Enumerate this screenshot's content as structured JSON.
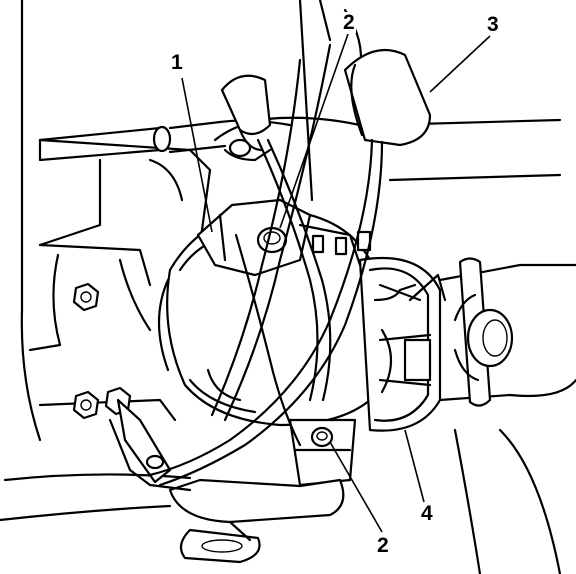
{
  "figure": {
    "callouts": [
      {
        "id": "c1",
        "label": "1"
      },
      {
        "id": "c2a",
        "label": "2"
      },
      {
        "id": "c3",
        "label": "3"
      },
      {
        "id": "c2b",
        "label": "2"
      },
      {
        "id": "c4",
        "label": "4"
      }
    ]
  }
}
